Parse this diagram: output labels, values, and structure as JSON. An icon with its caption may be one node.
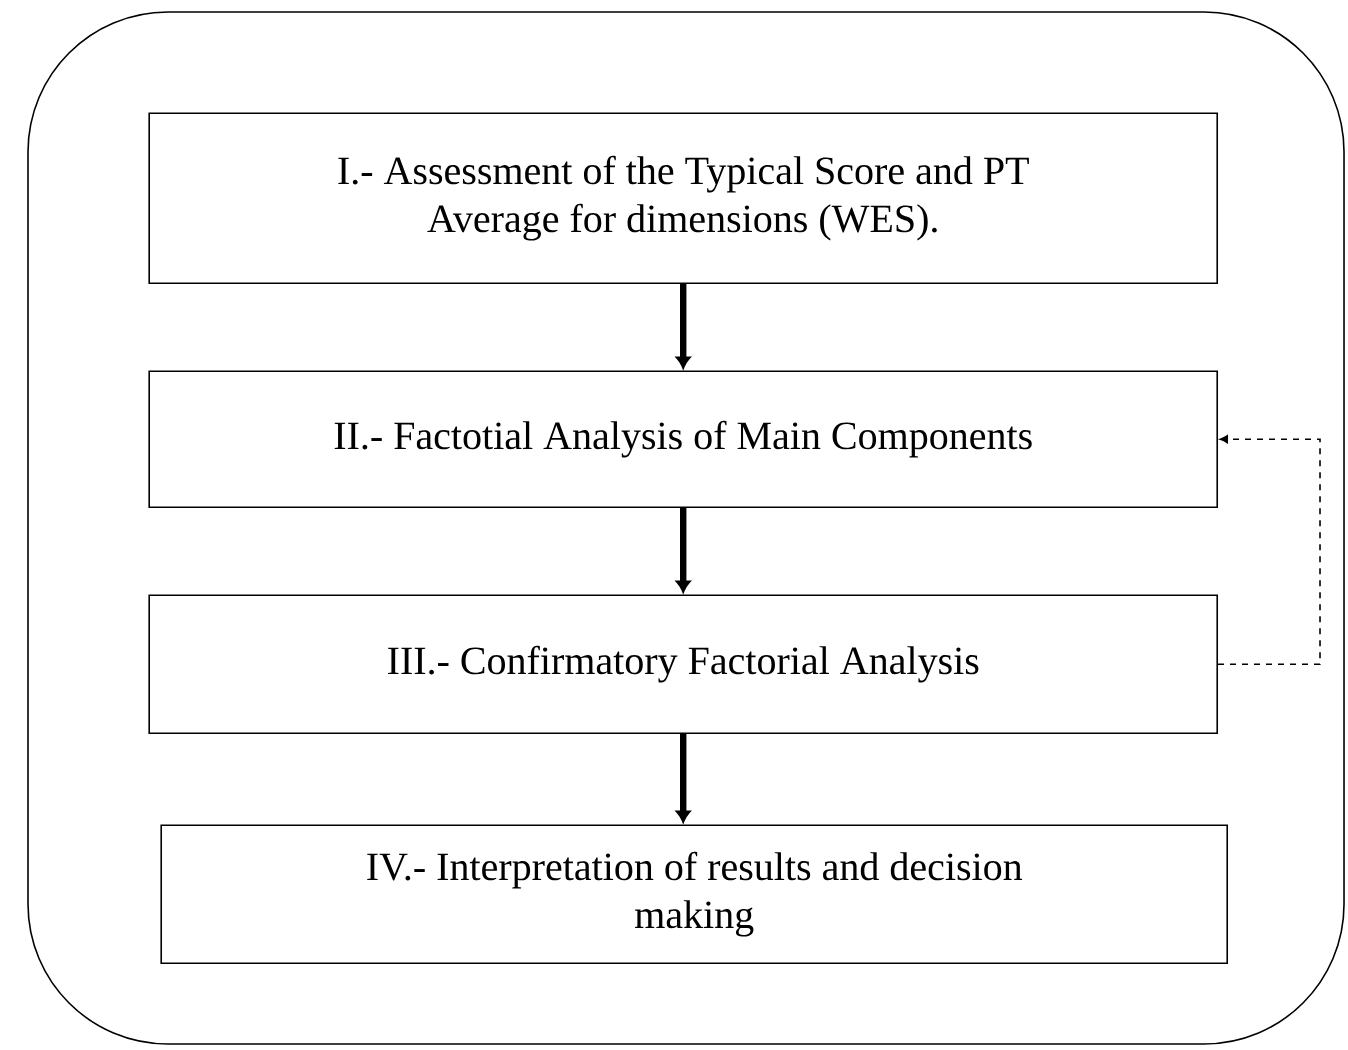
{
  "diagram": {
    "nodes": [
      {
        "text": [],
        "shape": "box"
      },
      {
        "text": [
          "I.- Assessment of  the Typical Score and PT Average for dimensions (WES)."
        ],
        "in": 0
      },
      {
        "text": [
          "II.- Factotial Analysis of Main Components"
        ],
        "in": 0
      },
      {
        "text": [
          "III.- Confirmatory Factorial Analysis"
        ],
        "in": 0
      },
      {
        "text": [
          "IV.- Interpretation of  results and decision making"
        ],
        "in": 0
      }
    ],
    "edges": [
      {
        "from": 1,
        "to": 2,
        "arrow": "to"
      },
      {
        "from": 2,
        "to": 3,
        "arrow": "to"
      },
      {
        "from": 3,
        "to": 4,
        "arrow": "to"
      },
      {
        "from": 3,
        "to": 2,
        "arrow": "to",
        "style": "dashed"
      }
    ]
  }
}
